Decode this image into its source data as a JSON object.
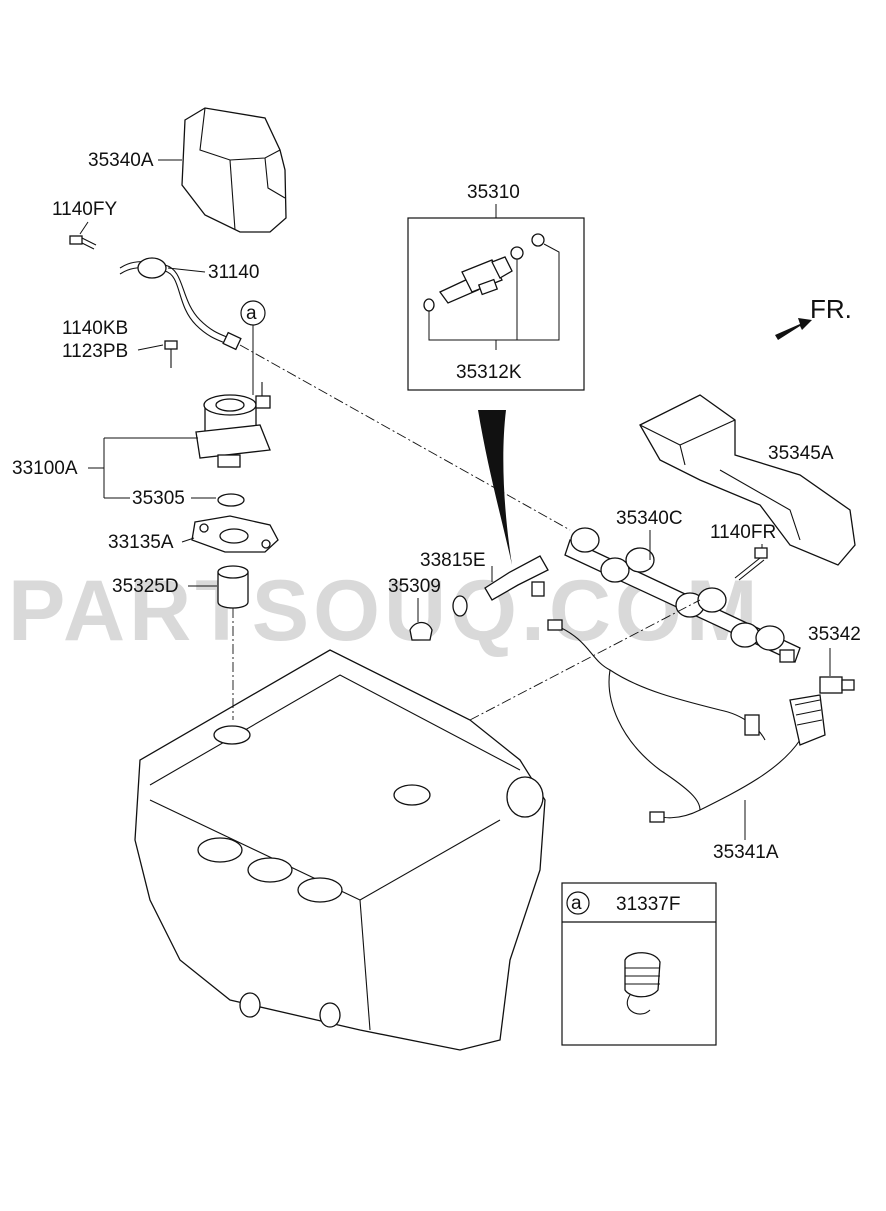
{
  "watermark": "PARTSOUQ.COM",
  "direction_label": "FR.",
  "callout_letter": "a",
  "parts": {
    "p35340A": "35340A",
    "p1140FY": "1140FY",
    "p31140": "31140",
    "p1140KB": "1140KB",
    "p1123PB": "1123PB",
    "p33100A": "33100A",
    "p35305": "35305",
    "p33135A": "33135A",
    "p35325D": "35325D",
    "p35310": "35310",
    "p35312K": "35312K",
    "p35345A": "35345A",
    "p35340C": "35340C",
    "p1140FR": "1140FR",
    "p33815E": "33815E",
    "p35309": "35309",
    "p35342": "35342",
    "p35341A": "35341A",
    "p31337F": "31337F"
  }
}
